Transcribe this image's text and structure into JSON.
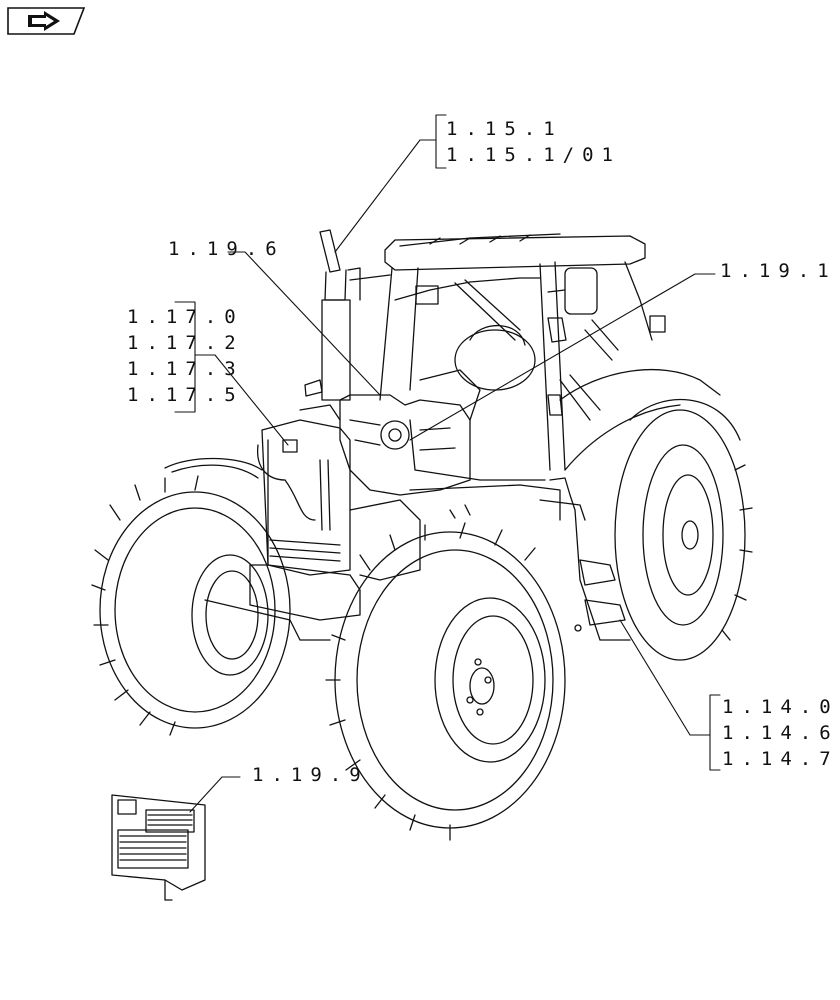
{
  "nav_badge": {
    "icon": "next-page-arrow-icon"
  },
  "callouts": {
    "c_1_15": [
      "1.15.1",
      "1.15.1/01"
    ],
    "c_1_19_6": "1.19.6",
    "c_1_19_1": "1.19.1",
    "c_1_17": [
      "1.17.0",
      "1.17.2",
      "1.17.3",
      "1.17.5"
    ],
    "c_1_14": [
      "1.14.0",
      "1.14.6",
      "1.14.7"
    ],
    "c_1_19_9": "1.19.9"
  }
}
